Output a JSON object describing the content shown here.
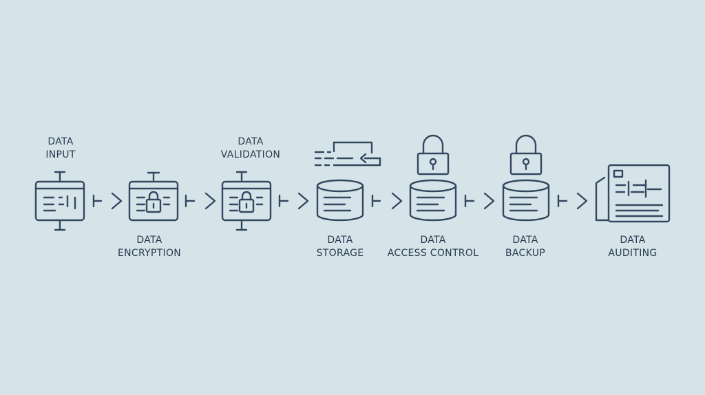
{
  "steps": [
    {
      "line1": "DATA",
      "line2": "INPUT",
      "icon": "monitor-icon"
    },
    {
      "line1": "DATA",
      "line2": "ENCRYPTION",
      "icon": "locked-monitor-icon"
    },
    {
      "line1": "DATA",
      "line2": "VALIDATION",
      "icon": "locked-monitor-icon"
    },
    {
      "line1": "DATA",
      "line2": "STORAGE",
      "icon": "database-icon"
    },
    {
      "line1": "DATA",
      "line2": "ACCESS CONTROL",
      "icon": "padlock-database-icon"
    },
    {
      "line1": "DATA",
      "line2": "BACKUP",
      "icon": "padlock-database-icon"
    },
    {
      "line1": "DATA",
      "line2": "AUDITING",
      "icon": "document-icon"
    }
  ],
  "colors": {
    "background": "#d6e4ea",
    "stroke": "#33475f",
    "text": "#2b3a4e"
  }
}
